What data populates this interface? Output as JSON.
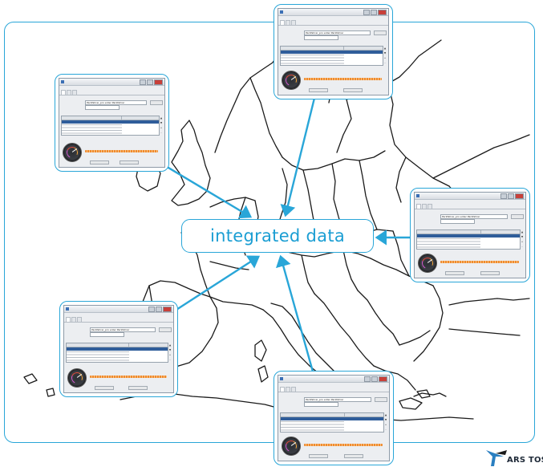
{
  "diagram": {
    "center_label": "integrated data",
    "accent_color": "#29a6d8"
  },
  "screenshot_window": {
    "directory_placeholder": "Parkfahrer_pro enter Parkfahrer",
    "table_rows_count": 4
  },
  "logo": {
    "text": "ARS TOSC"
  }
}
